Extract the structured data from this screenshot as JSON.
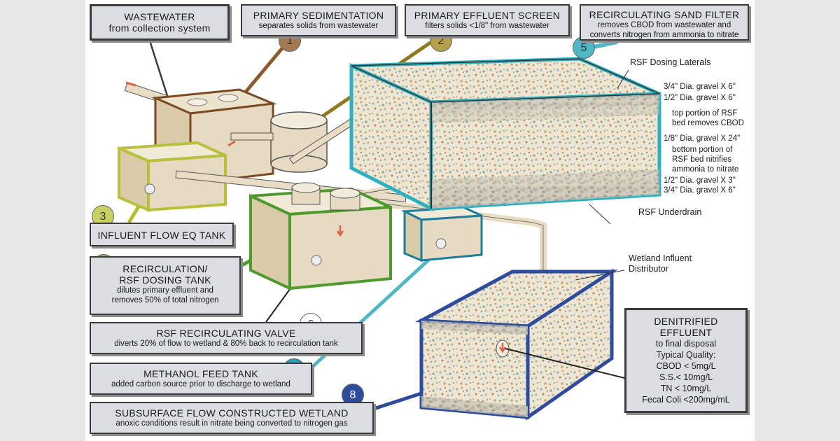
{
  "colors": {
    "c1": "#a37a4f",
    "c2": "#b5a04c",
    "c3": "#c9cf62",
    "c4": "#78b85a",
    "c5": "#4fb8c4",
    "c6": "#ffffff",
    "c7": "#2a9fbd",
    "c8": "#2e4c9c",
    "sand": "#ece6d2",
    "tank_wall": "#e6dbc2",
    "box_fill": "#dcdde3"
  },
  "steps": [
    {
      "id": "1",
      "title": "PRIMARY SEDIMENTATION",
      "desc": "separates solids from wastewater",
      "color": "#a37a4f"
    },
    {
      "id": "2",
      "title": "PRIMARY EFFLUENT SCREEN",
      "desc": "filters solids <1/8\" from wastewater",
      "color": "#b5a04c"
    },
    {
      "id": "3",
      "title": "INFLUENT FLOW EQ TANK",
      "desc": "",
      "color": "#c9cf62"
    },
    {
      "id": "4",
      "title": "RECIRCULATION/ RSF DOSING TANK",
      "desc": "dilutes primary effluent and removes 50% of total nitrogen",
      "color": "#78b85a"
    },
    {
      "id": "5",
      "title": "RECIRCULATING SAND FILTER",
      "desc": "removes CBOD from wastewater and converts nitrogen from ammonia to nitrate",
      "color": "#4fb8c4"
    },
    {
      "id": "6",
      "title": "RSF RECIRCULATING VALVE",
      "desc": "diverts 20% of flow to wetland & 80% back to recirculation tank",
      "color": "#ffffff"
    },
    {
      "id": "7",
      "title": "METHANOL FEED TANK",
      "desc": "added carbon source prior to discharge to wetland",
      "color": "#2a9fbd"
    },
    {
      "id": "8",
      "title": "SUBSURFACE FLOW CONSTRUCTED WETLAND",
      "desc": "anoxic conditions result in nitrate being converted to nitrogen gas",
      "color": "#2e4c9c"
    }
  ],
  "wastewater": {
    "title": "WASTEWATER",
    "sub": "from collection system"
  },
  "step4_title_lines": [
    "RECIRCULATION/",
    "RSF DOSING TANK"
  ],
  "step4_desc_lines": [
    "dilutes primary effluent and",
    "removes 50% of total nitrogen"
  ],
  "step5_desc_lines": [
    "removes CBOD from wastewater and",
    "converts nitrogen from ammonia to nitrate"
  ],
  "rsf_callouts": [
    "RSF Dosing Laterals",
    "3/4\" Dia. gravel X 6\"",
    "1/2\" Dia. gravel X 6\"",
    "top portion of RSF",
    "bed removes CBOD",
    "1/8\" Dia. gravel X 24\"",
    "bottom portion of",
    "RSF bed nitrifies",
    "ammonia to nitrate",
    "1/2\" Dia. gravel X 3\"",
    "3/4\" Dia. gravel X 6\"",
    "RSF Underdrain"
  ],
  "wetland_callout_lines": [
    "Wetland Influent",
    "Distributor"
  ],
  "effluent": {
    "title_lines": [
      "DENITRIFIED",
      "EFFLUENT"
    ],
    "sub": "to final disposal",
    "quality_title": "Typical Quality:",
    "quality": [
      "CBOD < 5mg/L",
      "S.S.< 10mg/L",
      "TN < 10mg/L",
      "Fecal Coli <200mg/mL"
    ]
  }
}
